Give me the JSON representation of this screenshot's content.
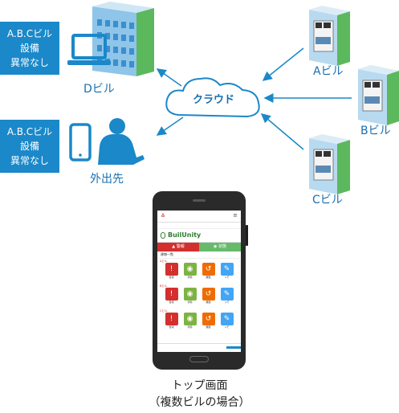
{
  "callouts": {
    "top": {
      "lines": [
        "A.B.Cビル",
        "設備",
        "異常なし"
      ]
    },
    "bottom": {
      "lines": [
        "A.B.Cビル",
        "設備",
        "異常なし"
      ]
    }
  },
  "labels": {
    "d_building": "Dビル",
    "outside": "外出先",
    "cloud": "クラウド",
    "a_building": "Aビル",
    "b_building": "Bビル",
    "c_building": "Cビル"
  },
  "caption": {
    "line1": "トップ画面",
    "line2": "（複数ビルの場合）"
  },
  "screen": {
    "app_name": "BuilUnity",
    "tab_alarm": "警報",
    "tab_state": "状態",
    "list_title": "建物一覧",
    "buildings": [
      "Aビル",
      "Bビル",
      "Cビル"
    ],
    "items": [
      "警報",
      "状態",
      "履歴",
      "メモ"
    ]
  },
  "colors": {
    "accent": "#1a88c9",
    "building_light": "#8ec5e8",
    "building_green": "#5cb85c",
    "alarm": "#d32f2f",
    "state": "#7cb342"
  }
}
